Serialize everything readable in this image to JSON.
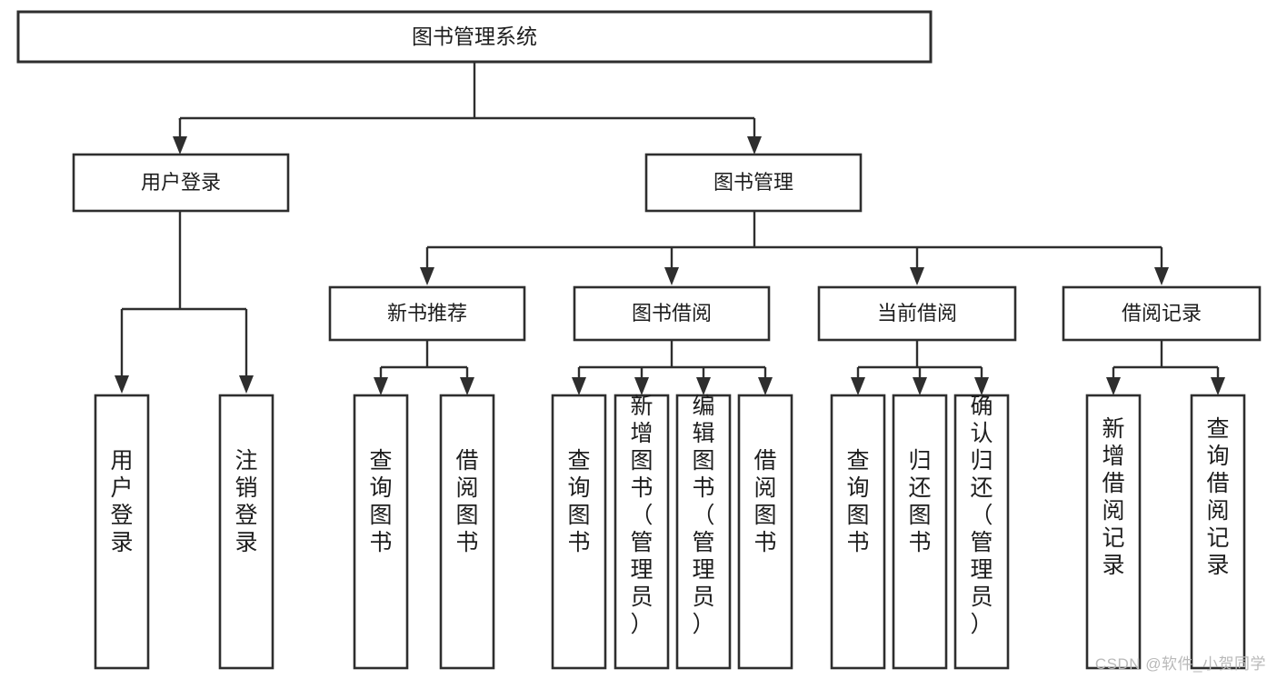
{
  "diagram": {
    "type": "tree-hierarchy",
    "title": "图书管理系统",
    "watermark": "CSDN @软件_小贺同学",
    "nodes": {
      "root": {
        "label": "图书管理系统"
      },
      "level2": [
        {
          "id": "user-login",
          "label": "用户登录"
        },
        {
          "id": "book-management",
          "label": "图书管理"
        }
      ],
      "level3": [
        {
          "id": "new-book-recommend",
          "label": "新书推荐"
        },
        {
          "id": "book-borrow",
          "label": "图书借阅"
        },
        {
          "id": "current-borrow",
          "label": "当前借阅"
        },
        {
          "id": "borrow-record",
          "label": "借阅记录"
        }
      ],
      "leaves": {
        "user-login": [
          {
            "id": "leaf-user-login",
            "label": "用户登录"
          },
          {
            "id": "leaf-logout-login",
            "label": "注销登录"
          }
        ],
        "new-book-recommend": [
          {
            "id": "leaf-query-book-1",
            "label": "查询图书"
          },
          {
            "id": "leaf-borrow-book-1",
            "label": "借阅图书"
          }
        ],
        "book-borrow": [
          {
            "id": "leaf-query-book-2",
            "label": "查询图书"
          },
          {
            "id": "leaf-add-book",
            "label": "新增图书（管理员）"
          },
          {
            "id": "leaf-edit-book",
            "label": "编辑图书（管理员）"
          },
          {
            "id": "leaf-borrow-book-2",
            "label": "借阅图书"
          }
        ],
        "current-borrow": [
          {
            "id": "leaf-query-book-3",
            "label": "查询图书"
          },
          {
            "id": "leaf-return-book",
            "label": "归还图书"
          },
          {
            "id": "leaf-confirm-return",
            "label": "确认归还（管理员）"
          }
        ],
        "borrow-record": [
          {
            "id": "leaf-add-record",
            "label": "新增借阅记录"
          },
          {
            "id": "leaf-query-record",
            "label": "查询借阅记录"
          }
        ]
      }
    },
    "colors": {
      "stroke": "#2e2e2e",
      "fill": "#ffffff",
      "text": "#1d1d1d",
      "watermark": "#b9b9b9"
    }
  }
}
